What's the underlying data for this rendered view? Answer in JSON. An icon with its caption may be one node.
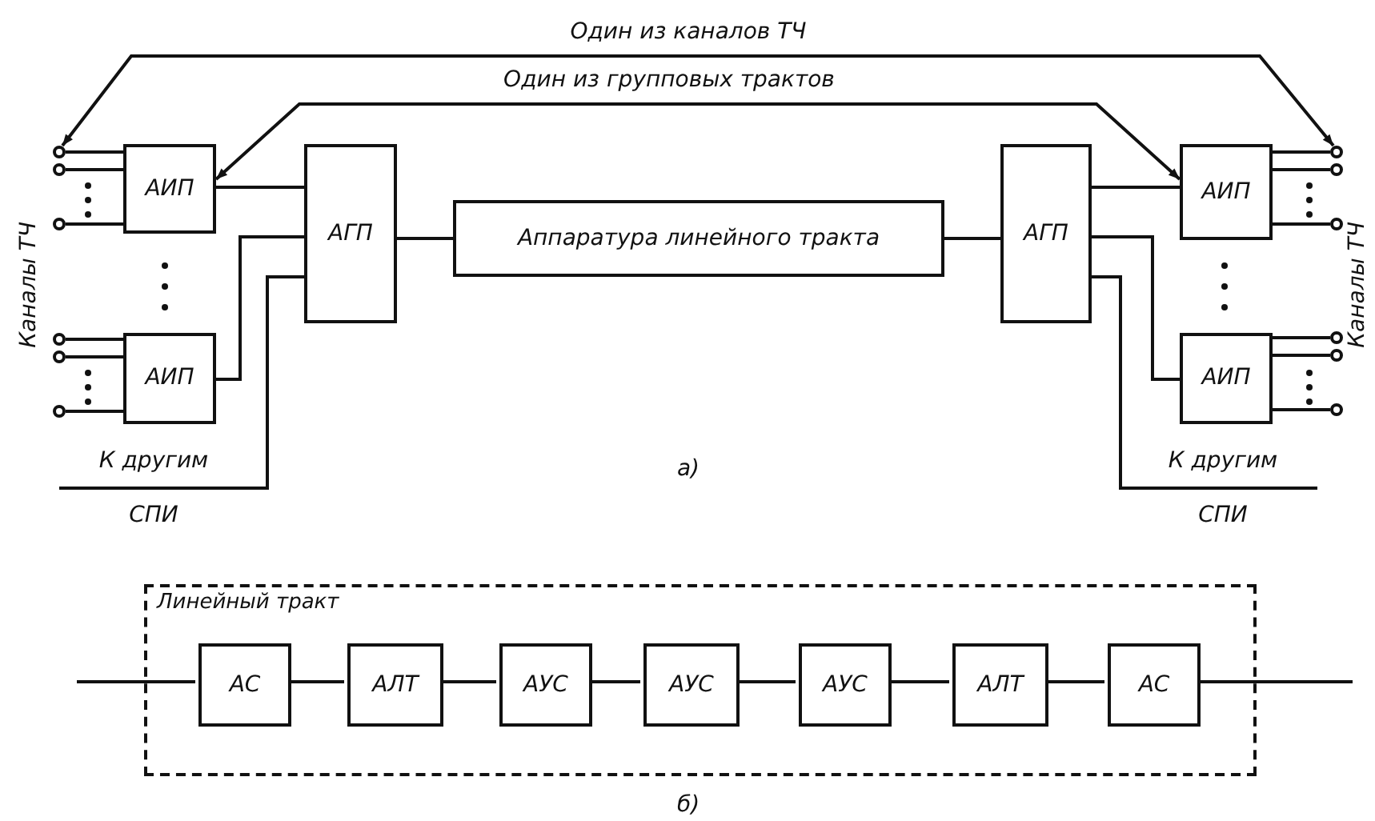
{
  "diagram": {
    "nodes": [
      {
        "text": [],
        "shape": "circle"
      },
      {
        "text": [],
        "shape": "circle"
      },
      {
        "text": [],
        "shape": "circle"
      },
      {
        "text": [
          "АИП"
        ]
      },
      {
        "text": [],
        "shape": "circle"
      },
      {
        "text": [],
        "shape": "circle"
      },
      {
        "text": [],
        "shape": "circle"
      },
      {
        "text": [
          "АИП"
        ]
      },
      {
        "text": [
          "АГП"
        ]
      },
      {
        "text": [
          "Аппаратура линейного тракта"
        ]
      },
      {
        "text": [
          "АГП"
        ]
      },
      {
        "text": [
          "АИП"
        ]
      },
      {
        "text": [],
        "shape": "circle"
      },
      {
        "text": [],
        "shape": "circle"
      },
      {
        "text": [],
        "shape": "circle"
      },
      {
        "text": [
          "АИП"
        ]
      },
      {
        "text": [],
        "shape": "circle"
      },
      {
        "text": [],
        "shape": "circle"
      },
      {
        "text": [],
        "shape": "circle"
      },
      {
        "text": [
          "К другим",
          "СПИ"
        ]
      },
      {
        "text": [
          "К другим",
          "СПИ"
        ]
      },
      {
        "text": [
          "Линейный тракт"
        ]
      },
      {
        "text": [
          "АС"
        ],
        "in": 21
      },
      {
        "text": [
          "АЛТ"
        ],
        "in": 21
      },
      {
        "text": [
          "АУС"
        ],
        "in": 21
      },
      {
        "text": [
          "АУС"
        ],
        "in": 21
      },
      {
        "text": [
          "АУС"
        ],
        "in": 21
      },
      {
        "text": [
          "АЛТ"
        ],
        "in": 21
      },
      {
        "text": [
          "АС"
        ],
        "in": 21
      }
    ],
    "edges": [
      {
        "from": 0,
        "to": 3,
        "arrow": "none"
      },
      {
        "from": 1,
        "to": 3,
        "arrow": "none"
      },
      {
        "from": 2,
        "to": 3,
        "arrow": "none"
      },
      {
        "from": 4,
        "to": 7,
        "arrow": "none"
      },
      {
        "from": 5,
        "to": 7,
        "arrow": "none"
      },
      {
        "from": 6,
        "to": 7,
        "arrow": "none"
      },
      {
        "from": 3,
        "to": 8,
        "arrow": "none"
      },
      {
        "from": 7,
        "to": 8,
        "arrow": "none"
      },
      {
        "from": 8,
        "to": 19,
        "arrow": "none"
      },
      {
        "from": 8,
        "to": 9,
        "arrow": "none"
      },
      {
        "from": 9,
        "to": 10,
        "arrow": "none"
      },
      {
        "from": 10,
        "to": 11,
        "arrow": "none"
      },
      {
        "from": 10,
        "to": 15,
        "arrow": "none"
      },
      {
        "from": 10,
        "to": 20,
        "arrow": "none"
      },
      {
        "from": 11,
        "to": 12,
        "arrow": "none"
      },
      {
        "from": 11,
        "to": 13,
        "arrow": "none"
      },
      {
        "from": 11,
        "to": 14,
        "arrow": "none"
      },
      {
        "from": 15,
        "to": 16,
        "arrow": "none"
      },
      {
        "from": 15,
        "to": 17,
        "arrow": "none"
      },
      {
        "from": 15,
        "to": 18,
        "arrow": "none"
      },
      {
        "from": 0,
        "to": 12,
        "arrow": "both",
        "label": "Один из каналов ТЧ"
      },
      {
        "from": 3,
        "to": 11,
        "arrow": "both",
        "label": "Один из групповых трактов"
      },
      {
        "from": null,
        "to": 22,
        "arrow": "none"
      },
      {
        "from": 22,
        "to": 23,
        "arrow": "none"
      },
      {
        "from": 23,
        "to": 24,
        "arrow": "none"
      },
      {
        "from": 24,
        "to": 25,
        "arrow": "none"
      },
      {
        "from": 25,
        "to": 26,
        "arrow": "none"
      },
      {
        "from": 26,
        "to": 27,
        "arrow": "none"
      },
      {
        "from": 27,
        "to": 28,
        "arrow": "none"
      },
      {
        "from": 28,
        "to": null,
        "arrow": "none"
      }
    ],
    "labels": [
      "Каналы ТЧ",
      "Каналы ТЧ",
      "а)",
      "б)"
    ]
  }
}
